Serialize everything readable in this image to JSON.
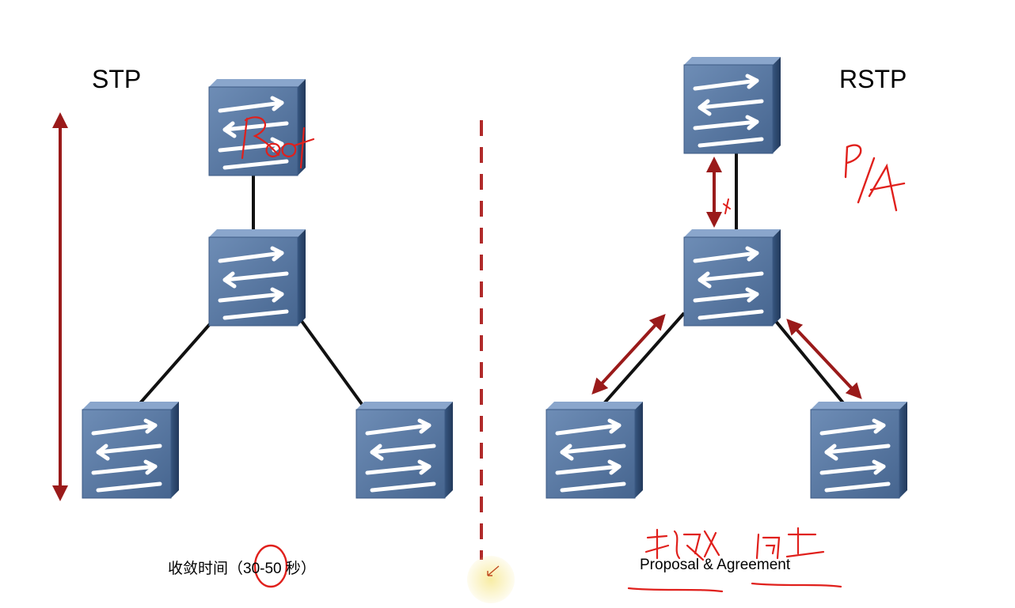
{
  "left": {
    "title": "STP",
    "handwriting": "Root",
    "caption": "收敛时间（30-50 秒）"
  },
  "right": {
    "title": "RSTP",
    "handwriting": "P/A",
    "caption": "Proposal & Agreement",
    "caption_annotation": "提议 同意"
  },
  "colors": {
    "arrow": "#9a1a1a",
    "divider": "#b02a2a",
    "ink": "#e0201c",
    "switch_face": "#5a7aa6",
    "switch_side": "#2e4a73",
    "link": "#111111",
    "pointer": "#f5e68a"
  },
  "icons": {
    "switch": "l2-switch-icon",
    "pointer": "cursor-icon"
  }
}
